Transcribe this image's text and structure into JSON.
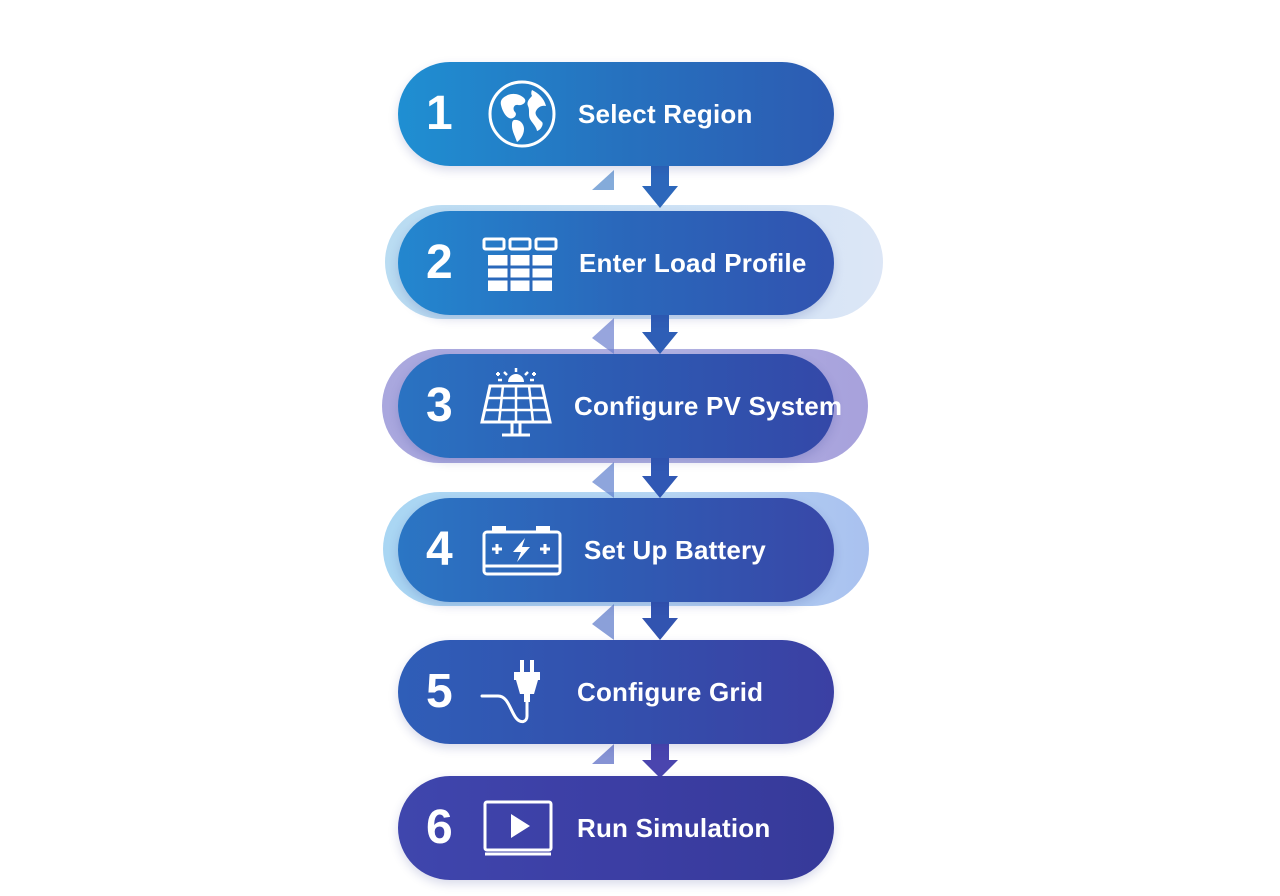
{
  "flow": {
    "steps": [
      {
        "number": "1",
        "label": "Select Region",
        "icon": "globe-icon"
      },
      {
        "number": "2",
        "label": "Enter Load Profile",
        "icon": "table-grid-icon"
      },
      {
        "number": "3",
        "label": "Configure PV System",
        "icon": "solar-panel-icon"
      },
      {
        "number": "4",
        "label": "Set Up Battery",
        "icon": "battery-icon"
      },
      {
        "number": "5",
        "label": "Configure Grid",
        "icon": "plug-icon"
      },
      {
        "number": "6",
        "label": "Run Simulation",
        "icon": "play-screen-icon"
      }
    ],
    "colors": {
      "start": "#1f8fd2",
      "mid": "#2d5bb2",
      "end": "#3b3ea3",
      "arrow": "#2f63b8"
    }
  }
}
